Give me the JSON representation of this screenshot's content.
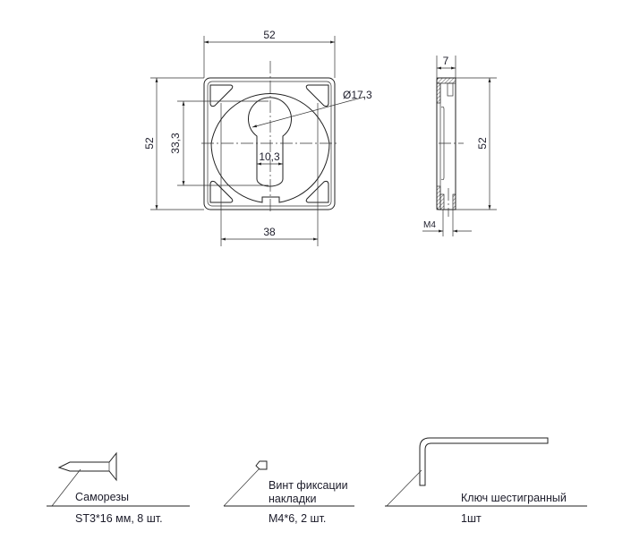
{
  "front_view": {
    "width_top": "52",
    "height_left": "52",
    "keyhole_height": "33,3",
    "slot_width": "10,3",
    "circle_diameter": "Ø17,3",
    "face_width": "38"
  },
  "side_view": {
    "thickness": "7",
    "height": "52",
    "thread": "M4"
  },
  "accessories": [
    {
      "name": "Саморезы",
      "spec": "ST3*16 мм, 8 шт."
    },
    {
      "name_line1": "Винт фиксации",
      "name_line2": "накладки",
      "spec": "M4*6, 2 шт."
    },
    {
      "name": "Ключ шестигранный",
      "spec": "1шт"
    }
  ]
}
